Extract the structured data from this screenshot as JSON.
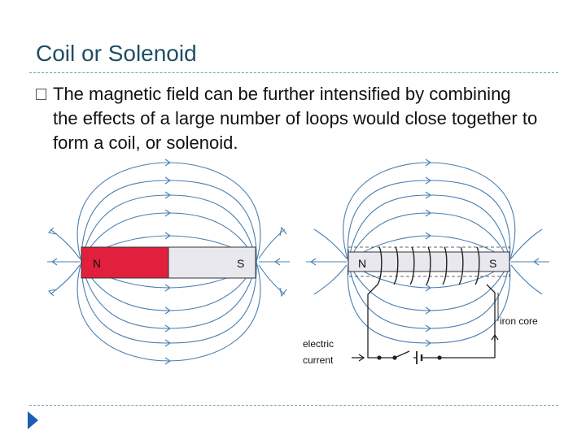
{
  "slide": {
    "title": "Coil or Solenoid",
    "bullet_text": "The magnetic field can be further intensified by combining the effects of a large number of loops would close together to form a coil, or solenoid."
  },
  "diagram": {
    "bar_magnet": {
      "north_label": "N",
      "south_label": "S"
    },
    "solenoid": {
      "north_label": "N",
      "south_label": "S",
      "iron_core_label": "iron core",
      "current_label_line1": "electric",
      "current_label_line2": "current"
    }
  },
  "colors": {
    "title": "#1f4e63",
    "rule": "#6aa0b4",
    "field_lines": "#4a7fb0",
    "magnet_north": "#e0203c",
    "magnet_south": "#e8e8ee",
    "nav_arrow": "#1a5fb4"
  },
  "icons": {
    "bullet": "hollow-square-bullet",
    "nav": "play-triangle-icon"
  }
}
